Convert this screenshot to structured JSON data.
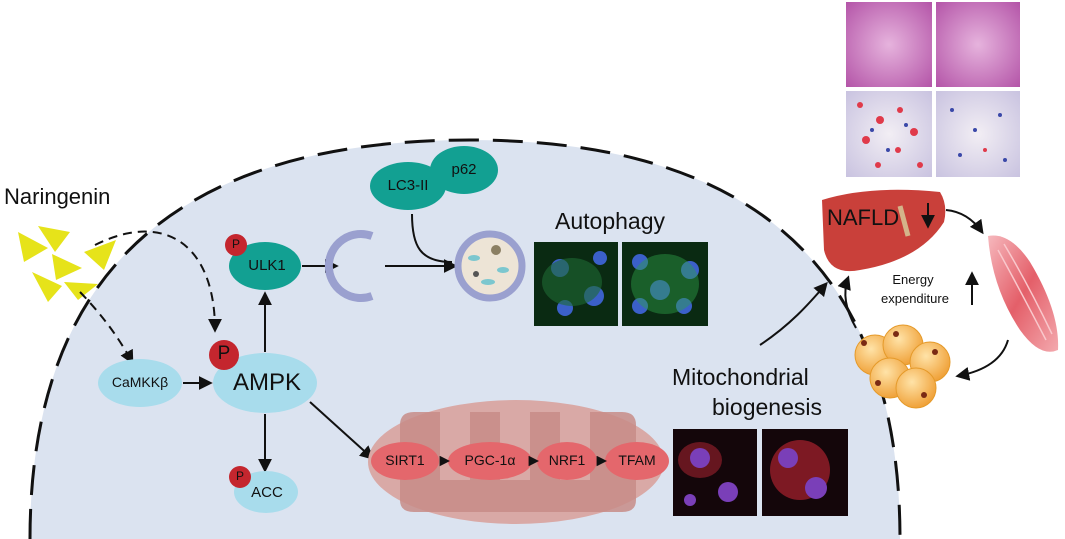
{
  "labels": {
    "naringenin": "Naringenin",
    "camkkb": "CaMKKβ",
    "ampk": "AMPK",
    "ulk1": "ULK1",
    "acc": "ACC",
    "phospho": "P",
    "lc3": "LC3-II",
    "p62": "p62",
    "autophagy": "Autophagy",
    "mito_line1": "Mitochondrial",
    "mito_line2": "biogenesis",
    "sirt1": "SIRT1",
    "pgc1a": "PGC-1α",
    "nrf1": "NRF1",
    "tfam": "TFAM",
    "nafld": "NAFLD",
    "energy_line1": "Energy",
    "energy_line2": "expenditure"
  },
  "colors": {
    "cell_fill": "#dbe3f0",
    "protein_blue": "#a8dcec",
    "protein_teal": "#12a092",
    "phospho_red": "#c4262e",
    "mito_outer": "#d9a9a6",
    "mito_inner": "#c78c87",
    "mito_node": "#e4676c",
    "naringenin_yellow": "#e6e31a",
    "liver": "#c9403a",
    "fat": "#f6b24b",
    "muscle": "#e05a64",
    "vesicle": "#9aa0cf"
  },
  "icons": {
    "liver": "liver-icon",
    "muscle": "muscle-icon",
    "fat": "adipocyte-cluster-icon",
    "phagophore": "phagophore-icon",
    "autophagosome": "autophagosome-icon"
  }
}
